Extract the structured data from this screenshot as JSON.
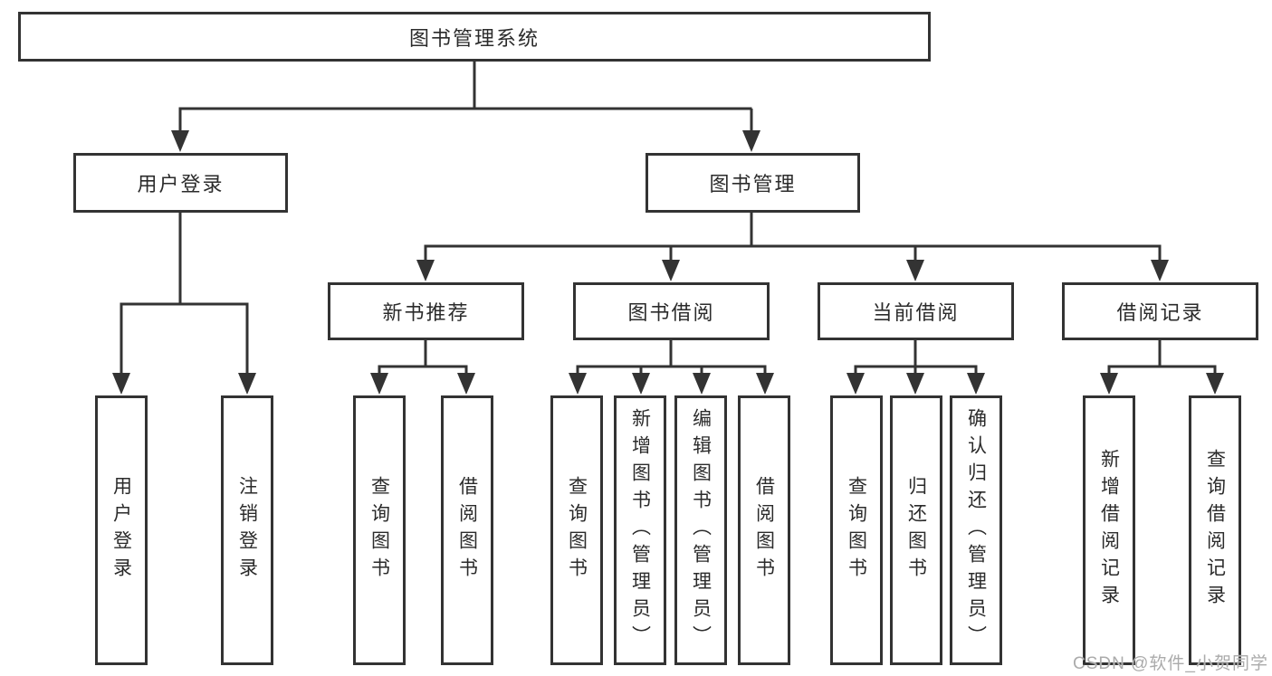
{
  "diagram": {
    "title_note": "library management system functional structure diagram",
    "root": {
      "label": "图书管理系统"
    },
    "level2": [
      {
        "label": "用户登录"
      },
      {
        "label": "图书管理"
      }
    ],
    "level3": [
      {
        "label": "新书推荐"
      },
      {
        "label": "图书借阅"
      },
      {
        "label": "当前借阅"
      },
      {
        "label": "借阅记录"
      }
    ],
    "leaves": [
      {
        "label": "用户登录"
      },
      {
        "label": "注销登录"
      },
      {
        "label": "查询图书"
      },
      {
        "label": "借阅图书"
      },
      {
        "label": "查询图书"
      },
      {
        "label": "新增图书（管理员）"
      },
      {
        "label": "编辑图书（管理员）"
      },
      {
        "label": "借阅图书"
      },
      {
        "label": "查询图书"
      },
      {
        "label": "归还图书"
      },
      {
        "label": "确认归还（管理员）"
      },
      {
        "label": "新增借阅记录"
      },
      {
        "label": "查询借阅记录"
      }
    ],
    "colors": {
      "line": "#333333",
      "box_border": "#333333",
      "text": "#2b2b2b",
      "background": "#ffffff",
      "watermark": "#ababab"
    }
  },
  "watermark": {
    "text": "CSDN @软件_小贺同学"
  }
}
